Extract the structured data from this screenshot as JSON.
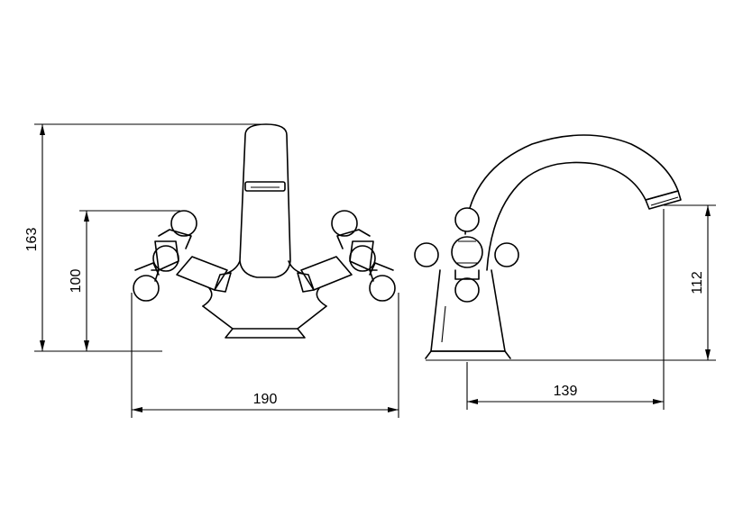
{
  "dimensions": {
    "front_total_height": "163",
    "front_handle_height": "100",
    "front_width": "190",
    "side_depth": "139",
    "side_spout_height": "112"
  }
}
